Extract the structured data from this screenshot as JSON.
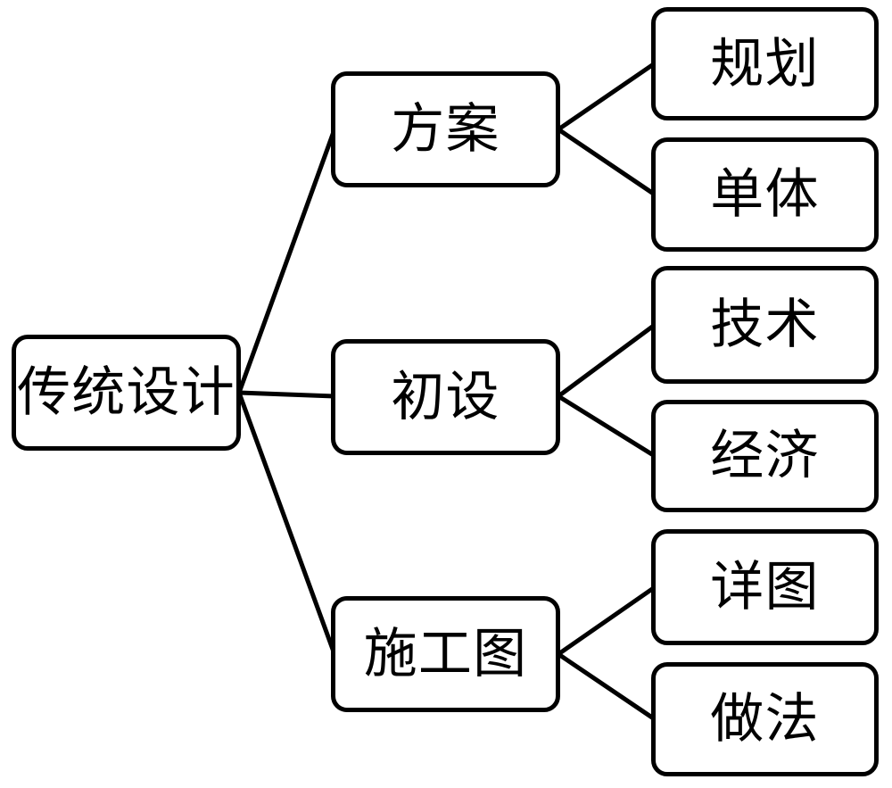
{
  "diagram": {
    "type": "tree",
    "background_color": "#ffffff",
    "node_fill_color": "#ffffff",
    "node_border_color": "#000000",
    "connector_color": "#000000",
    "text_color": "#000000",
    "root": {
      "label": "传统设计"
    },
    "level2": [
      {
        "label": "方案"
      },
      {
        "label": "初设"
      },
      {
        "label": "施工图"
      }
    ],
    "level3": [
      {
        "label": "规划",
        "parent": "方案"
      },
      {
        "label": "单体",
        "parent": "方案"
      },
      {
        "label": "技术",
        "parent": "初设"
      },
      {
        "label": "经济",
        "parent": "初设"
      },
      {
        "label": "详图",
        "parent": "施工图"
      },
      {
        "label": "做法",
        "parent": "施工图"
      }
    ],
    "edges": [
      [
        "传统设计",
        "方案"
      ],
      [
        "传统设计",
        "初设"
      ],
      [
        "传统设计",
        "施工图"
      ],
      [
        "方案",
        "规划"
      ],
      [
        "方案",
        "单体"
      ],
      [
        "初设",
        "技术"
      ],
      [
        "初设",
        "经济"
      ],
      [
        "施工图",
        "详图"
      ],
      [
        "施工图",
        "做法"
      ]
    ]
  }
}
